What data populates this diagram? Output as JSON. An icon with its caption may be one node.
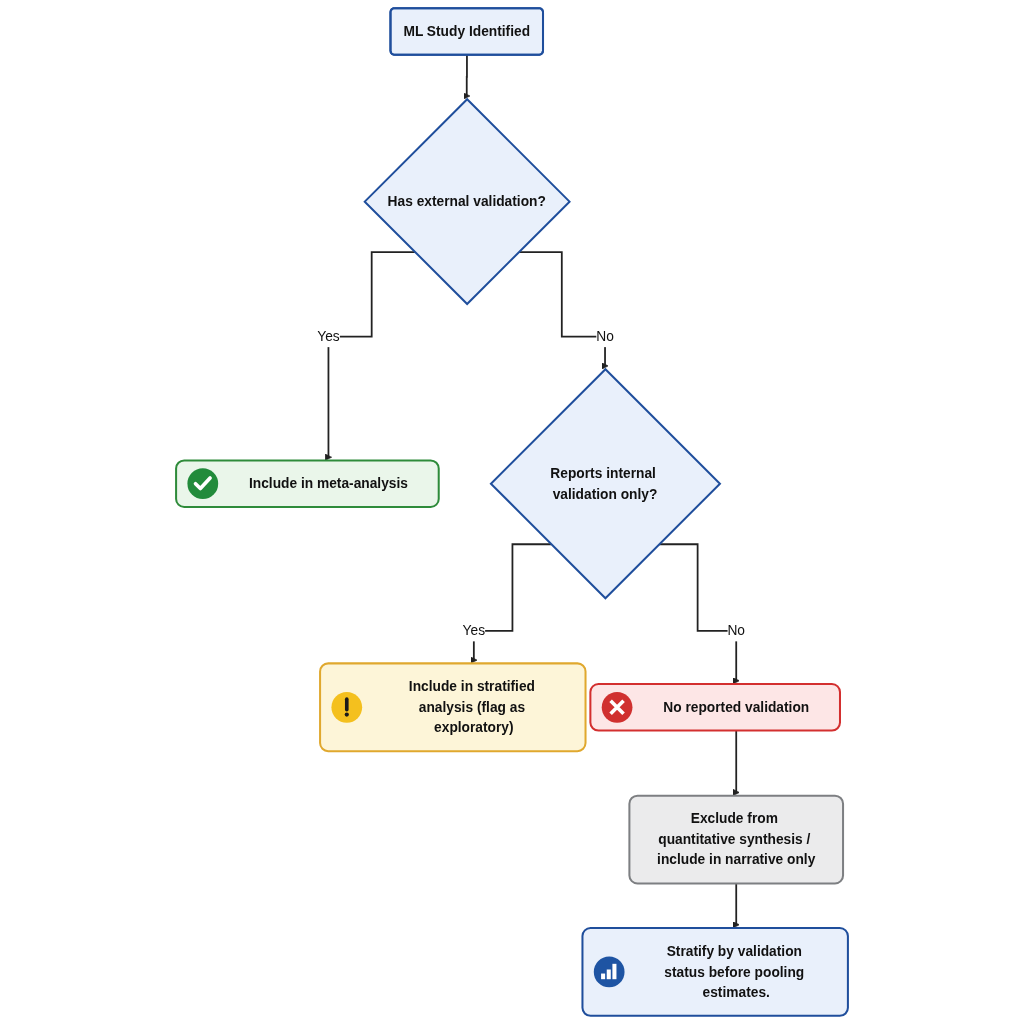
{
  "diagram": {
    "nodes": [
      {
        "text": [
          "ML Study Identified"
        ]
      },
      {
        "text": [
          "Has external validation?"
        ]
      },
      {
        "text": [
          "Include in meta-analysis"
        ]
      },
      {
        "text": [
          "Reports internal validation only?"
        ]
      },
      {
        "text": [
          "Include in stratified analysis (flag as exploratory)"
        ]
      },
      {
        "text": [
          "No reported validation"
        ]
      },
      {
        "text": [
          "Exclude from quantitative synthesis / include in narrative only"
        ]
      },
      {
        "text": [
          "Stratify by validation status before pooling estimates."
        ]
      }
    ],
    "edges": [
      {
        "from": 0,
        "to": 1,
        "arrow": "to"
      },
      {
        "from": 1,
        "to": 2,
        "arrow": "to",
        "label": "Yes"
      },
      {
        "from": 1,
        "to": 3,
        "arrow": "to",
        "label": "No"
      },
      {
        "from": 3,
        "to": 4,
        "arrow": "to",
        "label": "Yes"
      },
      {
        "from": 3,
        "to": 5,
        "arrow": "to",
        "label": "No"
      },
      {
        "from": 5,
        "to": 6,
        "arrow": "to"
      },
      {
        "from": 6,
        "to": 7,
        "arrow": "to"
      }
    ]
  }
}
